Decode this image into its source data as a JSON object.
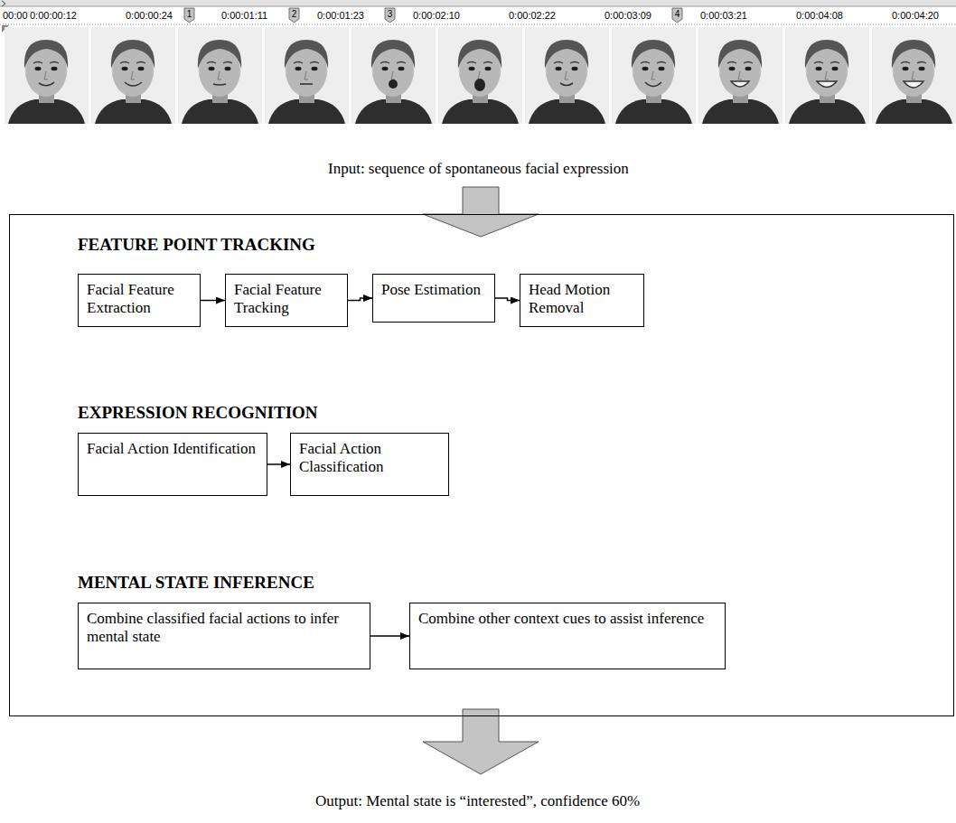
{
  "diagram": {
    "nodes": [
      {
        "text": [
          "FEATURE POINT TRACKING",
          "EXPRESSION RECOGNITION",
          "MENTAL STATE INFERENCE"
        ]
      },
      {
        "text": [
          "Facial Feature Extraction"
        ],
        "in": 0
      },
      {
        "text": [
          "Facial Feature Tracking"
        ],
        "in": 0
      },
      {
        "text": [
          "Pose Estimation"
        ],
        "in": 0
      },
      {
        "text": [
          "Head Motion Removal"
        ],
        "in": 0
      },
      {
        "text": [
          "Facial Action Identification"
        ],
        "in": 0
      },
      {
        "text": [
          "Facial Action Classification"
        ],
        "in": 0
      },
      {
        "text": [
          "Combine classified facial actions to infer mental state"
        ],
        "in": 0
      },
      {
        "text": [
          "Combine other context cues to assist inference"
        ],
        "in": 0
      }
    ],
    "edges": [
      {
        "from": 1,
        "to": 2,
        "arrow": "to"
      },
      {
        "from": 2,
        "to": 3,
        "arrow": "to"
      },
      {
        "from": 3,
        "to": 4,
        "arrow": "to"
      },
      {
        "from": 5,
        "to": 6,
        "arrow": "to"
      },
      {
        "from": 7,
        "to": 8,
        "arrow": "to"
      }
    ],
    "labels": [
      "00:00",
      "0:00:00:12",
      "0:00:00:24",
      "0:00:01:11",
      "0:00:01:23",
      "0:00:02:10",
      "0:00:02:22",
      "0:00:03:09",
      "0:00:03:21",
      "0:00:04:08",
      "0:00:04:20",
      "1",
      "2",
      "3",
      "4",
      "Input: sequence of spontaneous facial expression",
      "Output: Mental state is “interested”, confidence 60%"
    ]
  }
}
